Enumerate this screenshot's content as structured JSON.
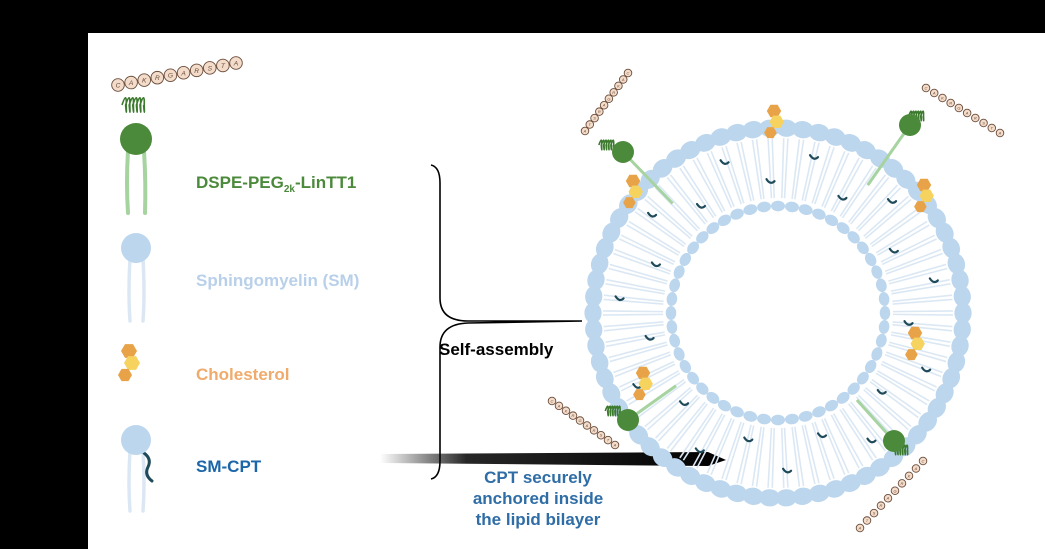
{
  "peptide_sequence": "CAKRGARSTA",
  "legend": {
    "dspe": {
      "prefix": "DSPE-PEG",
      "sub": "2k",
      "suffix": "-LinTT1"
    },
    "sm": "Sphingomyelin (SM)",
    "cholesterol": "Cholesterol",
    "sm_cpt": "SM-CPT"
  },
  "self_assembly": "Self-assembly",
  "cpt_note": [
    "CPT securely",
    "anchored inside",
    "the lipid bilayer"
  ],
  "colors": {
    "background": "#000000",
    "panel": "#ffffff",
    "dspe_green": "#4c8a3b",
    "peg_green": "#3c7a2e",
    "lipid_blue": "#bcd6ee",
    "lipid_tail": "#dbe8f4",
    "sm_label": "#b9d0ea",
    "cholesterol_orange": "#e8a348",
    "cholesterol_yellow": "#f6d25e",
    "cholesterol_label": "#f0ab6c",
    "cpt_navy": "#1e4a5a",
    "smcpt_label": "#1a66a8",
    "cpt_note": "#2f6da6",
    "peptide_bead": "#f4dccb"
  }
}
